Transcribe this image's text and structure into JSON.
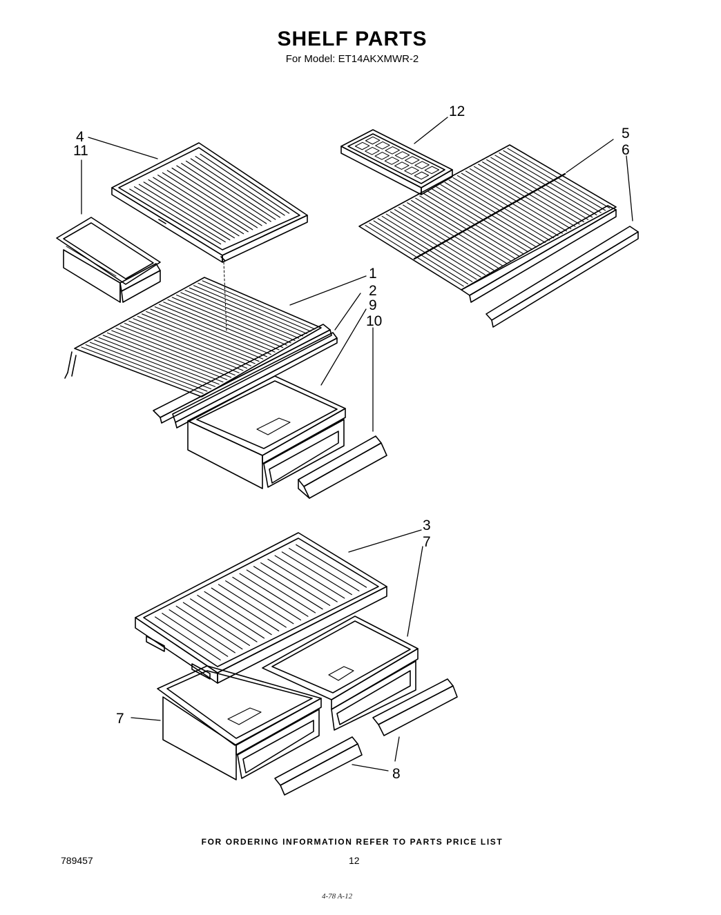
{
  "header": {
    "title": "SHELF PARTS",
    "subtitle": "For Model: ET14AKXMWR-2"
  },
  "callouts": {
    "c1": "1",
    "c2": "2",
    "c3": "3",
    "c4": "4",
    "c5": "5",
    "c6": "6",
    "c7a": "7",
    "c7b": "7",
    "c8": "8",
    "c9": "9",
    "c10": "10",
    "c11": "11",
    "c12": "12"
  },
  "footer": {
    "ordering_note": "FOR ORDERING INFORMATION REFER TO PARTS PRICE LIST",
    "doc_number": "789457",
    "page_number": "12",
    "handwritten": "4-78 A-12"
  }
}
